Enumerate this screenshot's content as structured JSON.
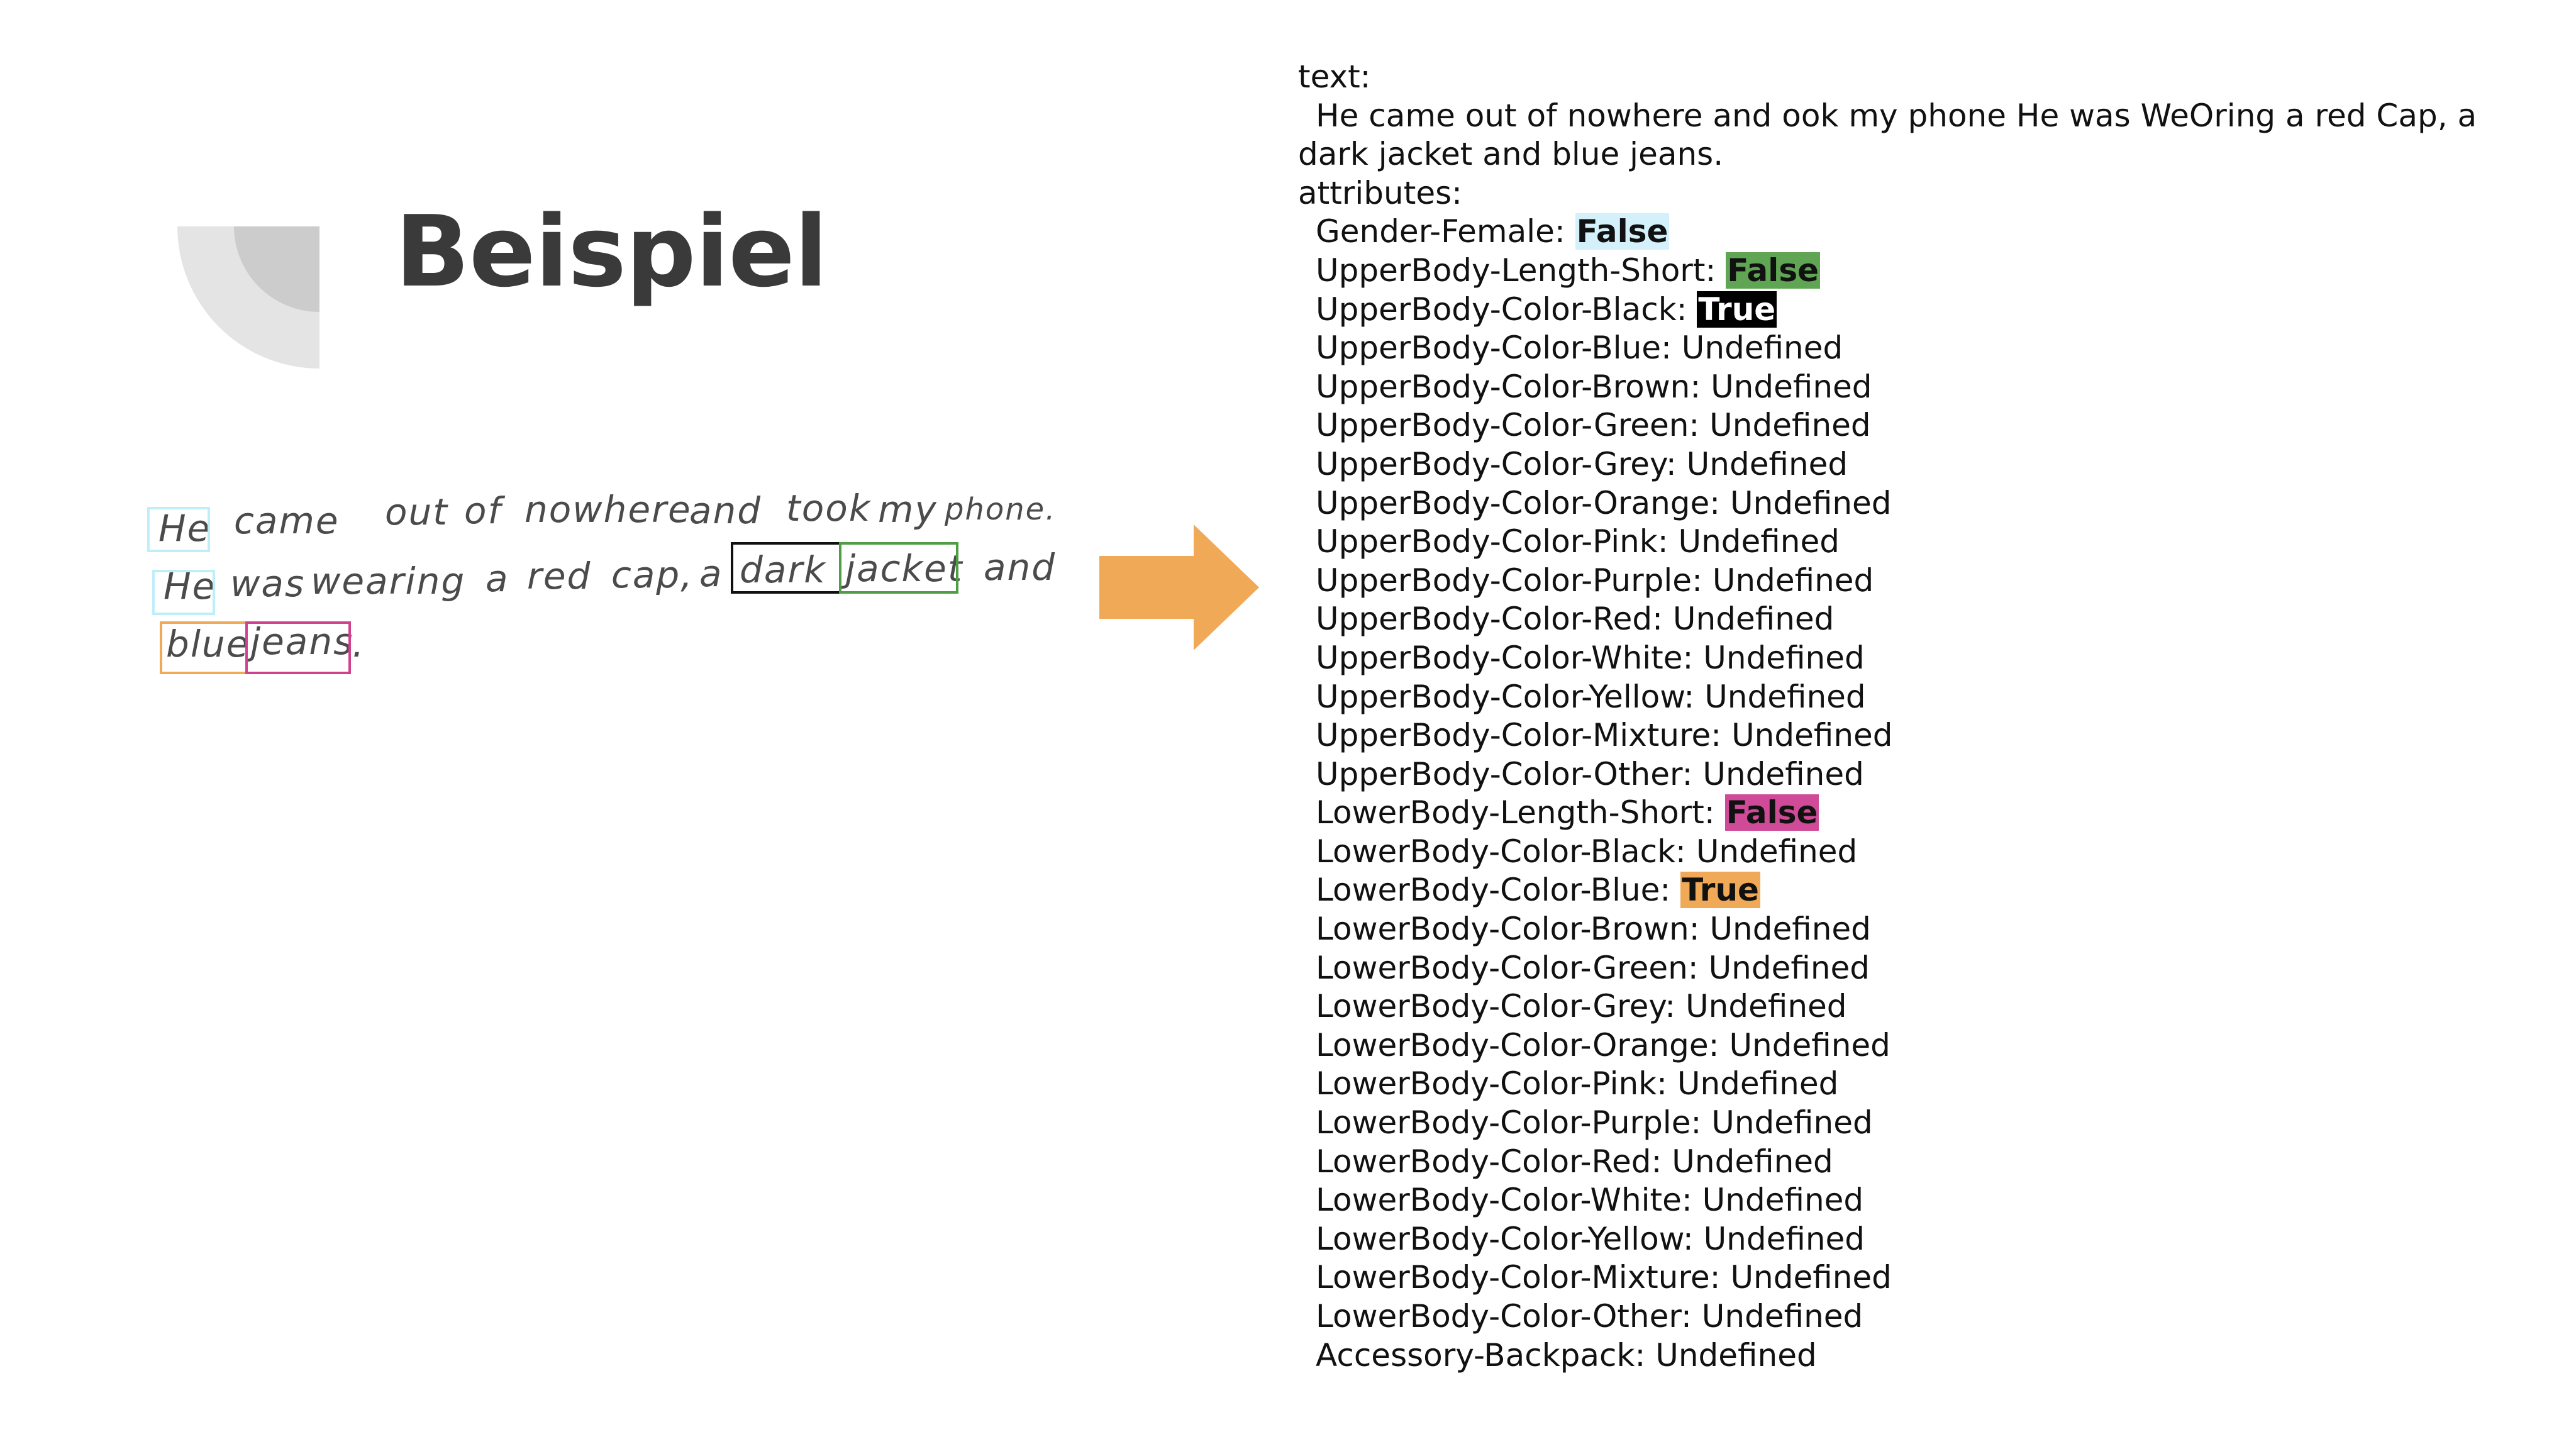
{
  "slide": {
    "title": "Beispiel",
    "accent_orange": "#f0a957",
    "deco_light": "#e4e4e4",
    "deco_dark": "#cccccc"
  },
  "handwriting": {
    "line1": [
      "He",
      "came",
      "out",
      "of",
      "nowhere",
      "and",
      "took",
      "my",
      "phone."
    ],
    "line2": [
      "He",
      "was",
      "wearing",
      "a",
      "red",
      "cap,",
      "a",
      "dark",
      "jacket",
      "and"
    ],
    "line3": [
      "blue",
      "jeans",
      "."
    ],
    "boxes": {
      "He": "#bfeefb",
      "dark": "#111111",
      "jacket": "#4f9d45",
      "blue": "#f0a957",
      "jeans": "#d0418f"
    }
  },
  "output": {
    "text_label": "text:",
    "text_value": "He came out of nowhere and ook my phone He was WeOring a red Cap, a dark jacket and blue jeans.",
    "attributes_label": "attributes:",
    "attributes": [
      {
        "name": "Gender-Female:",
        "value": "False",
        "bg": "#d4f1fb",
        "fg": "#111111"
      },
      {
        "name": "UpperBody-Length-Short:",
        "value": "False",
        "bg": "#5fa553",
        "fg": "#111111"
      },
      {
        "name": "UpperBody-Color-Black:",
        "value": "True",
        "bg": "#000000",
        "fg": "#ffffff"
      },
      {
        "name": "UpperBody-Color-Blue:",
        "value": "Undefined"
      },
      {
        "name": "UpperBody-Color-Brown:",
        "value": "Undefined"
      },
      {
        "name": "UpperBody-Color-Green:",
        "value": "Undefined"
      },
      {
        "name": "UpperBody-Color-Grey:",
        "value": "Undefined"
      },
      {
        "name": "UpperBody-Color-Orange:",
        "value": "Undefined"
      },
      {
        "name": "UpperBody-Color-Pink:",
        "value": "Undefined"
      },
      {
        "name": "UpperBody-Color-Purple:",
        "value": "Undefined"
      },
      {
        "name": "UpperBody-Color-Red:",
        "value": "Undefined"
      },
      {
        "name": "UpperBody-Color-White:",
        "value": "Undefined"
      },
      {
        "name": "UpperBody-Color-Yellow:",
        "value": "Undefined"
      },
      {
        "name": "UpperBody-Color-Mixture:",
        "value": "Undefined"
      },
      {
        "name": "UpperBody-Color-Other:",
        "value": "Undefined"
      },
      {
        "name": "LowerBody-Length-Short:",
        "value": "False",
        "bg": "#cf4b98",
        "fg": "#111111"
      },
      {
        "name": "LowerBody-Color-Black:",
        "value": "Undefined"
      },
      {
        "name": "LowerBody-Color-Blue:",
        "value": "True",
        "bg": "#f0a957",
        "fg": "#111111"
      },
      {
        "name": "LowerBody-Color-Brown:",
        "value": "Undefined"
      },
      {
        "name": "LowerBody-Color-Green:",
        "value": "Undefined"
      },
      {
        "name": "LowerBody-Color-Grey:",
        "value": "Undefined"
      },
      {
        "name": "LowerBody-Color-Orange:",
        "value": "Undefined"
      },
      {
        "name": "LowerBody-Color-Pink:",
        "value": "Undefined"
      },
      {
        "name": "LowerBody-Color-Purple:",
        "value": "Undefined"
      },
      {
        "name": "LowerBody-Color-Red:",
        "value": "Undefined"
      },
      {
        "name": "LowerBody-Color-White:",
        "value": "Undefined"
      },
      {
        "name": "LowerBody-Color-Yellow:",
        "value": "Undefined"
      },
      {
        "name": "LowerBody-Color-Mixture:",
        "value": "Undefined"
      },
      {
        "name": "LowerBody-Color-Other:",
        "value": "Undefined"
      },
      {
        "name": "Accessory-Backpack:",
        "value": "Undefined"
      }
    ]
  }
}
